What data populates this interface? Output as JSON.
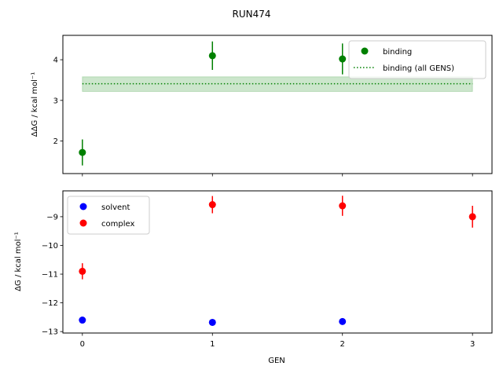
{
  "chart_data": {
    "title": "RUN474",
    "xlabel": "GEN",
    "x_ticks": [
      "0",
      "1",
      "2",
      "3"
    ],
    "xlim": [
      -0.15,
      3.15
    ],
    "panels": [
      {
        "type": "scatter",
        "ylabel": "ΔΔG / kcal mol⁻¹",
        "ylim": [
          1.2,
          4.6
        ],
        "y_ticks": [
          "2",
          "3",
          "4"
        ],
        "legend_position": "upper-right",
        "series": [
          {
            "name": "binding",
            "color": "#008000",
            "points": [
              {
                "x": 0,
                "y": 1.72,
                "err": 0.32
              },
              {
                "x": 1,
                "y": 4.1,
                "err": 0.35
              },
              {
                "x": 2,
                "y": 4.02,
                "err": 0.38
              }
            ]
          }
        ],
        "band": {
          "name": "binding (all GENS)",
          "color": "#008000",
          "x_range": [
            0,
            3
          ],
          "center": 3.41,
          "low": 3.22,
          "high": 3.58
        }
      },
      {
        "type": "scatter",
        "ylabel": "ΔG / kcal mol⁻¹",
        "ylim": [
          -13.05,
          -8.1
        ],
        "y_ticks": [
          "-9",
          "-10",
          "-11",
          "-12",
          "-13"
        ],
        "legend_position": "upper-left",
        "series": [
          {
            "name": "solvent",
            "color": "#0000ff",
            "points": [
              {
                "x": 0,
                "y": -12.6,
                "err": 0.08
              },
              {
                "x": 1,
                "y": -12.68,
                "err": 0.08
              },
              {
                "x": 2,
                "y": -12.65,
                "err": 0.08
              }
            ]
          },
          {
            "name": "complex",
            "color": "#ff0000",
            "points": [
              {
                "x": 0,
                "y": -10.9,
                "err": 0.28
              },
              {
                "x": 1,
                "y": -8.58,
                "err": 0.3
              },
              {
                "x": 2,
                "y": -8.62,
                "err": 0.35
              },
              {
                "x": 3,
                "y": -9.0,
                "err": 0.38
              }
            ]
          }
        ]
      }
    ]
  }
}
